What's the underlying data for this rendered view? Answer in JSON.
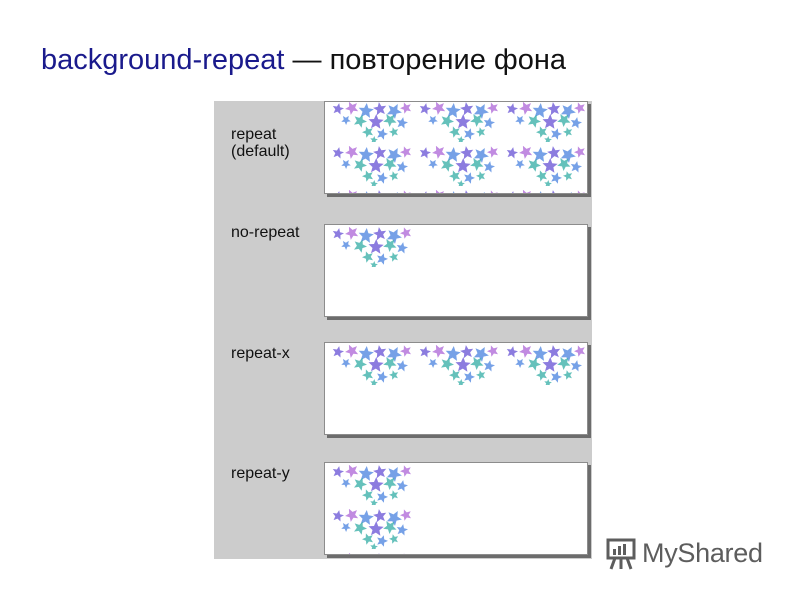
{
  "title": {
    "code": "background-repeat",
    "separator": "—",
    "text": "повторение фона"
  },
  "demo": {
    "rows": [
      {
        "label_line1": "repeat",
        "label_line2": "(default)"
      },
      {
        "label_line1": "no-repeat",
        "label_line2": ""
      },
      {
        "label_line1": "repeat-x",
        "label_line2": ""
      },
      {
        "label_line1": "repeat-y",
        "label_line2": ""
      }
    ]
  },
  "watermark": {
    "text": "MyShared"
  },
  "colors": {
    "title_code": "#1a1a8c",
    "panel": "#cccccc",
    "flower_purple": "#6b57d6",
    "flower_teal": "#3ab0a8",
    "flower_blue": "#4f86e0",
    "flower_violet": "#b06ad8"
  }
}
